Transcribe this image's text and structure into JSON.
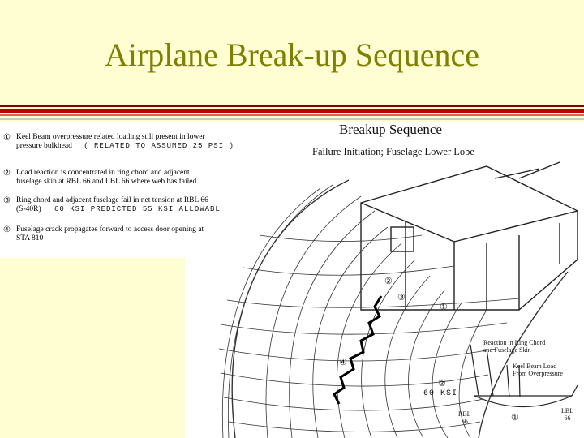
{
  "slide": {
    "title": "Airplane Break-up Sequence"
  },
  "figure": {
    "heading": "Breakup Sequence",
    "subheading": "Failure Initiation; Fuselage Lower Lobe",
    "steps": [
      {
        "marker": "①",
        "lines": [
          "Keel Beam overpressure related loading still present in lower",
          "pressure bulkhead"
        ],
        "handwritten": "( RELATED TO ASSUMED 25 PSI )"
      },
      {
        "marker": "②",
        "lines": [
          "Load reaction is concentrated in ring chord and adjacent",
          "fuselage skin at RBL 66 and LBL 66 where web has failed"
        ],
        "handwritten": ""
      },
      {
        "marker": "③",
        "lines": [
          "Ring chord and adjacent fuselage fail in net tension at RBL 66",
          "(S-40R)"
        ],
        "handwritten": "60 KSI PREDICTED 55 KSI ALLOWABL"
      },
      {
        "marker": "④",
        "lines": [
          "Fuselage crack propagates forward to access door opening at",
          "STA 810"
        ],
        "handwritten": ""
      }
    ],
    "callouts": {
      "reaction": [
        "Reaction in Ring Chord",
        "and Fuselage Skin"
      ],
      "keel_load": [
        "Keel Beam Load",
        "From Overpressure"
      ],
      "rbl": [
        "RBL",
        "66"
      ],
      "lbl": [
        "LBL",
        "66"
      ],
      "ksi_note": "60 KSI",
      "marker_1": "①",
      "marker_2": "②",
      "marker_3": "③",
      "marker_4": "④"
    }
  }
}
